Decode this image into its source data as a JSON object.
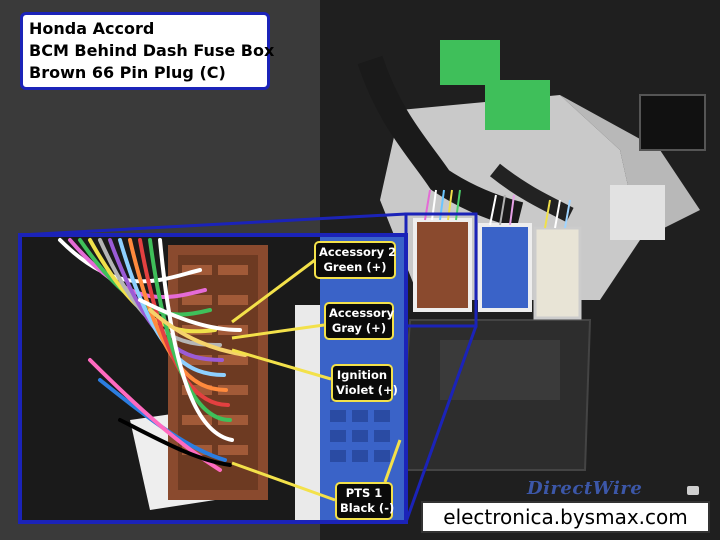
{
  "title": {
    "lines": [
      "Honda Accord",
      "BCM Behind Dash Fuse Box",
      "Brown 66 Pin Plug (C)"
    ]
  },
  "callouts": [
    {
      "line1": "Accessory 2",
      "line2": "Green (+)"
    },
    {
      "line1": "Accessory",
      "line2": "Gray (+)"
    },
    {
      "line1": "Ignition",
      "line2": "Violet (+)"
    },
    {
      "line1": "PTS 1",
      "line2": "Black (-)"
    }
  ],
  "watermark": "electronica.bysmax.com",
  "logo_text": "DirectWire",
  "colors": {
    "frame": "#1b23b8",
    "callout_border": "#f3e14a",
    "connector_brown": "#8a4a2e",
    "connector_blue": "#3a63c8",
    "connector_white": "#e8e4d6",
    "harness_green": "#3fbf5a"
  }
}
